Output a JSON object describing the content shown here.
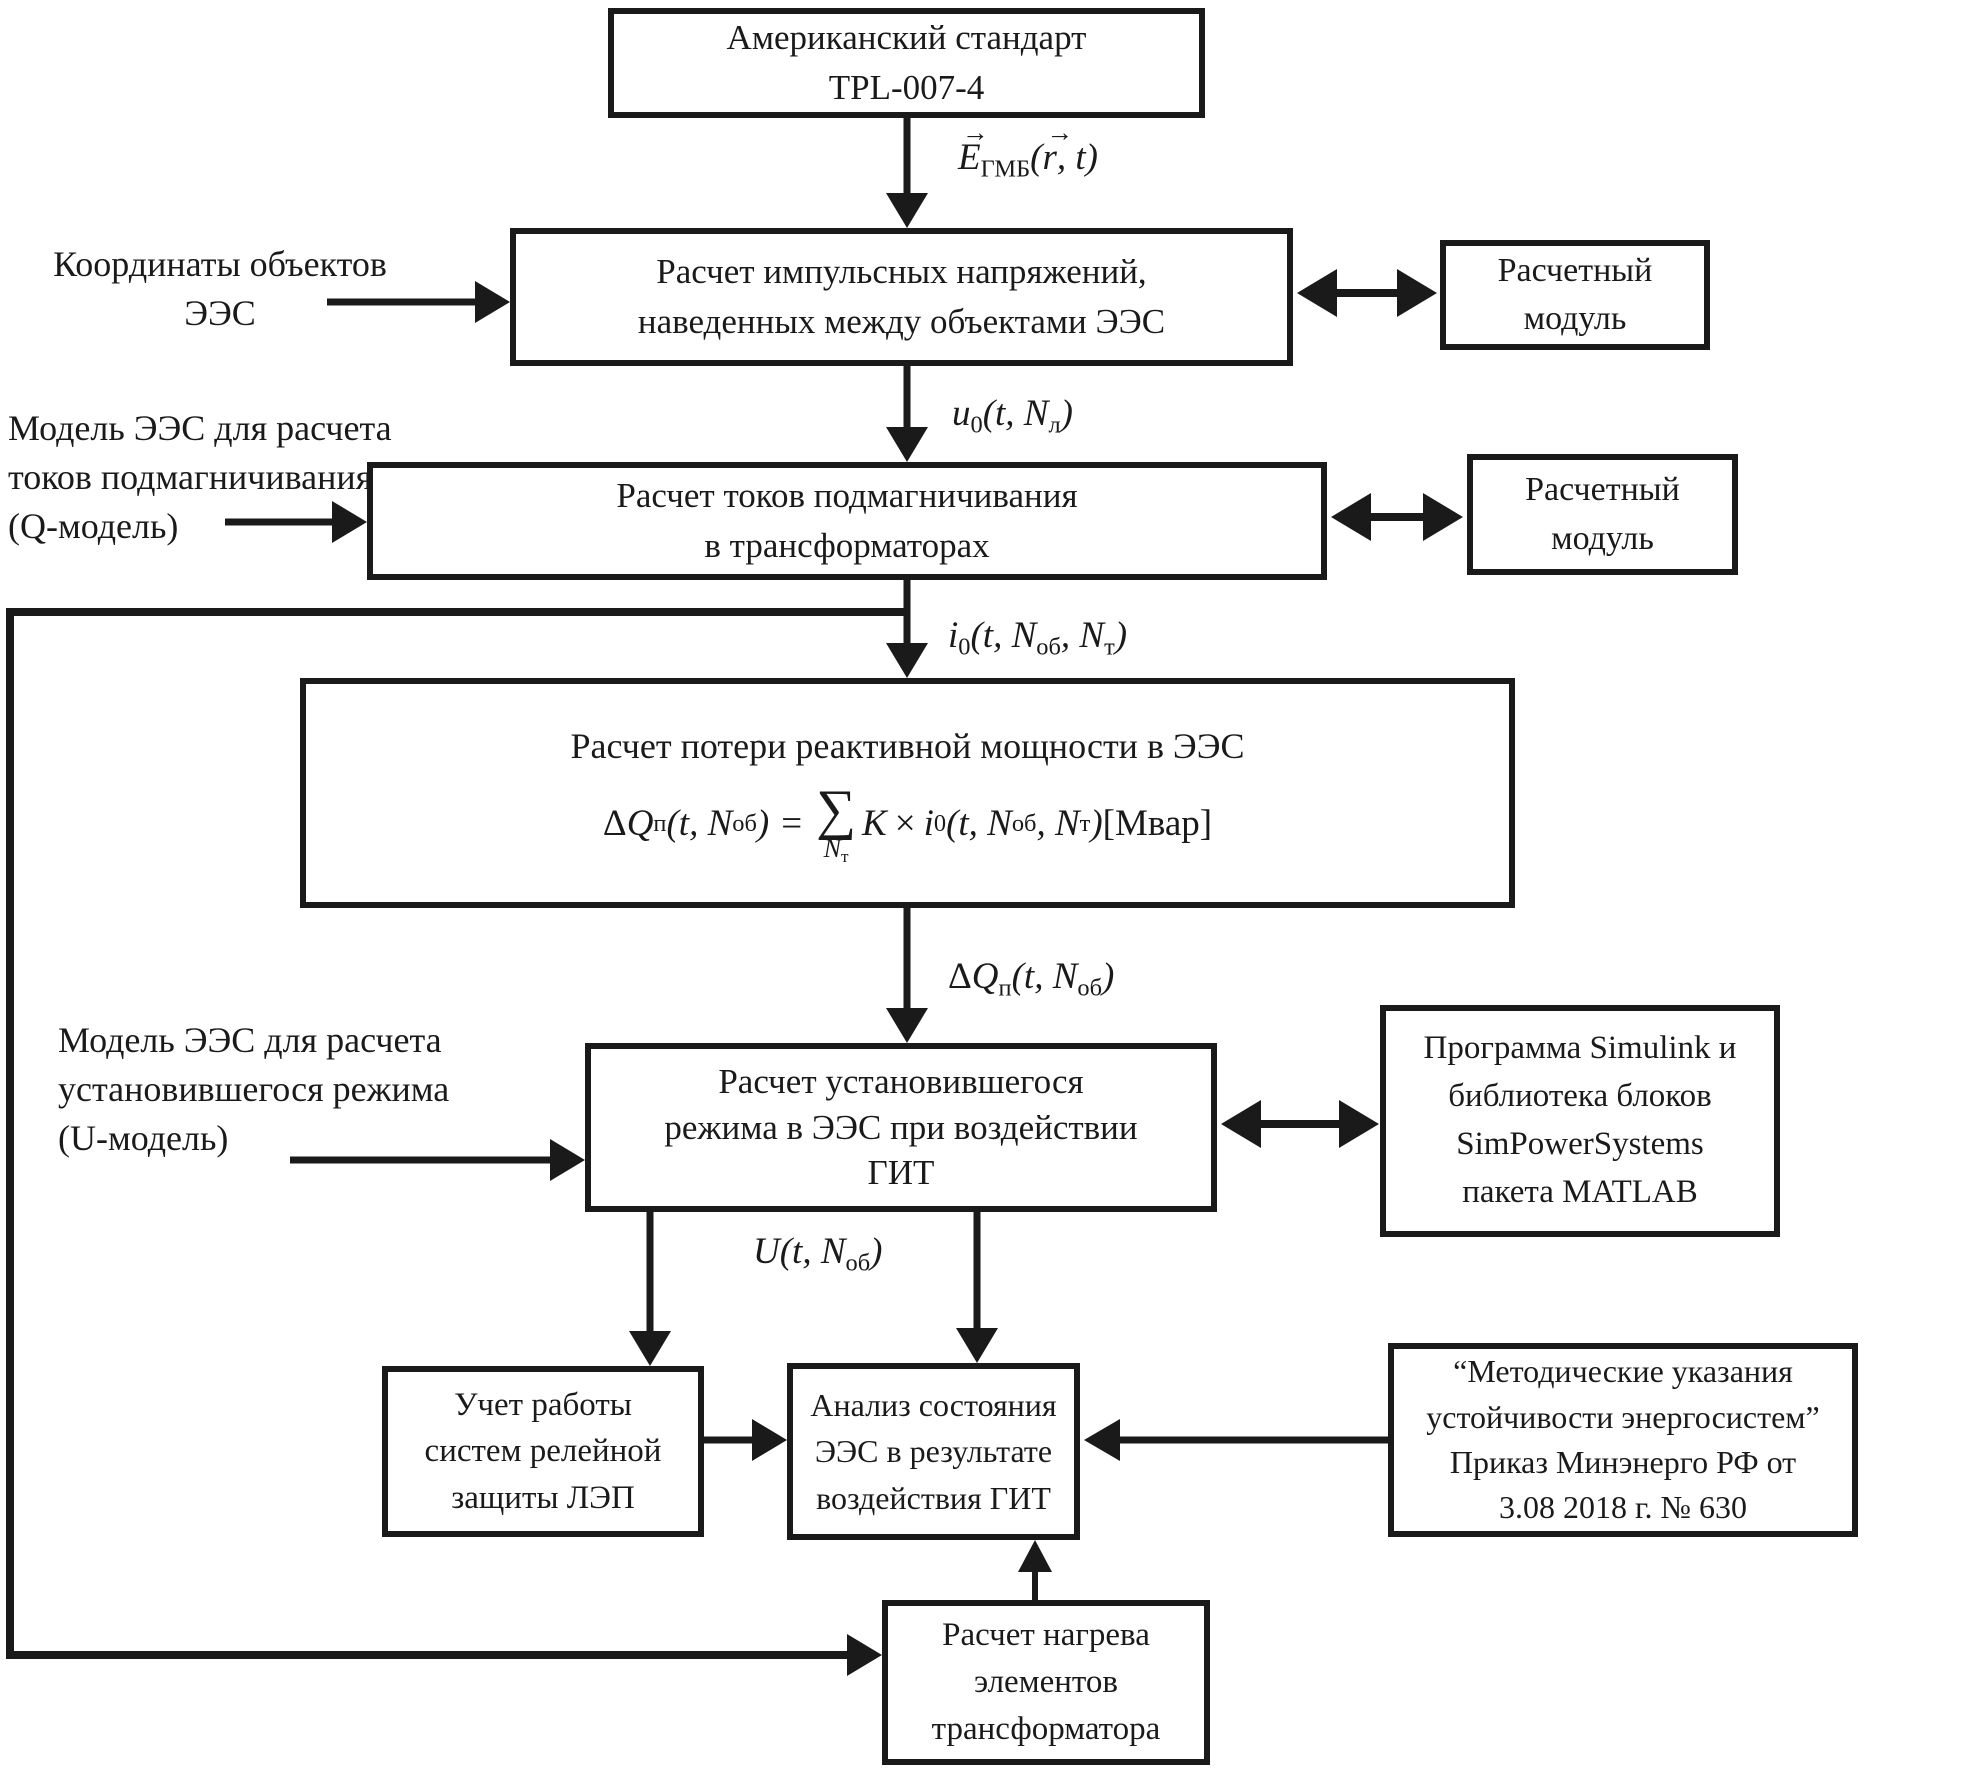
{
  "colors": {
    "ink": "#1a1a1a",
    "paper": "#ffffff"
  },
  "boxes": {
    "standard": {
      "line1": "Американский стандарт",
      "line2": "TPL-007-4"
    },
    "impulse": {
      "line1": "Расчет импульсных напряжений,",
      "line2": "наведенных между объектами ЭЭС"
    },
    "module1": {
      "line1": "Расчетный",
      "line2": "модуль"
    },
    "magnetizing": {
      "line1": "Расчет токов подмагничивания",
      "line2": "в трансформаторах"
    },
    "module2": {
      "line1": "Расчетный",
      "line2": "модуль"
    },
    "reactive": {
      "title": "Расчет потери реактивной мощности в ЭЭС"
    },
    "steady": {
      "line1": "Расчет установившегося",
      "line2": "режима в ЭЭС при воздействии",
      "line3": "ГИТ"
    },
    "simulink": {
      "line1": "Программа Simulink и",
      "line2": "библиотека блоков",
      "line3": "SimPowerSystems",
      "line4": "пакета MATLAB"
    },
    "relay": {
      "line1": "Учет работы",
      "line2": "систем релейной",
      "line3": "защиты ЛЭП"
    },
    "analysis": {
      "line1": "Анализ состояния",
      "line2": "ЭЭС в результате",
      "line3": "воздействия ГИТ"
    },
    "method": {
      "line1": "“Методические указания",
      "line2": "устойчивости энергосистем”",
      "line3": "Приказ Минэнерго РФ от",
      "line4": "3.08 2018 г. № 630"
    },
    "heating": {
      "line1": "Расчет нагрева",
      "line2": "элементов",
      "line3": "трансформатора"
    }
  },
  "inputs": {
    "coords": {
      "line1": "Координаты объектов",
      "line2": "ЭЭС"
    },
    "qmodel": {
      "line1": "Модель ЭЭС для расчета",
      "line2": "токов подмагничивания",
      "line3": "(Q-модель)"
    },
    "umodel": {
      "line1": "Модель ЭЭС для расчета",
      "line2": "установившегося режима",
      "line3": "(U-модель)"
    }
  },
  "signals": {
    "e": {
      "arrow": "→",
      "E": "E",
      "sub": "ГМБ",
      "t1": "(",
      "rarrow": "→",
      "r": "r",
      "t2": ", t)"
    },
    "u0": {
      "u": "u",
      "s0": "0",
      "t1": "(t, N",
      "s1": "л",
      "t2": ")"
    },
    "i0": {
      "i": "i",
      "s0": "0",
      "t1": "(t, N",
      "s1": "об",
      "t2": ", N",
      "s2": "т",
      "t3": ")"
    },
    "dq": {
      "d": "Δ",
      "Q": "Q",
      "s0": "п",
      "t1": "(t, N",
      "s1": "об",
      "t2": ")"
    },
    "uu": {
      "t1": "U(t, N",
      "s1": "об",
      "t2": ")"
    }
  },
  "formula": {
    "d": "Δ",
    "Q": "Q",
    "sub_p": "п",
    "t1": "(t, N",
    "sub_ob": "об",
    "t2": ")",
    "eq": "=",
    "sigma": "∑",
    "under_N": "N",
    "under_sub": "т",
    "K": "K",
    "times": "×",
    "i": "i",
    "sub_0": "0",
    "t3": "(t, N",
    "sub_ob2": "об",
    "t4": ", N",
    "sub_t": "т",
    "t5": ")",
    "unit": "[Мвар]"
  }
}
